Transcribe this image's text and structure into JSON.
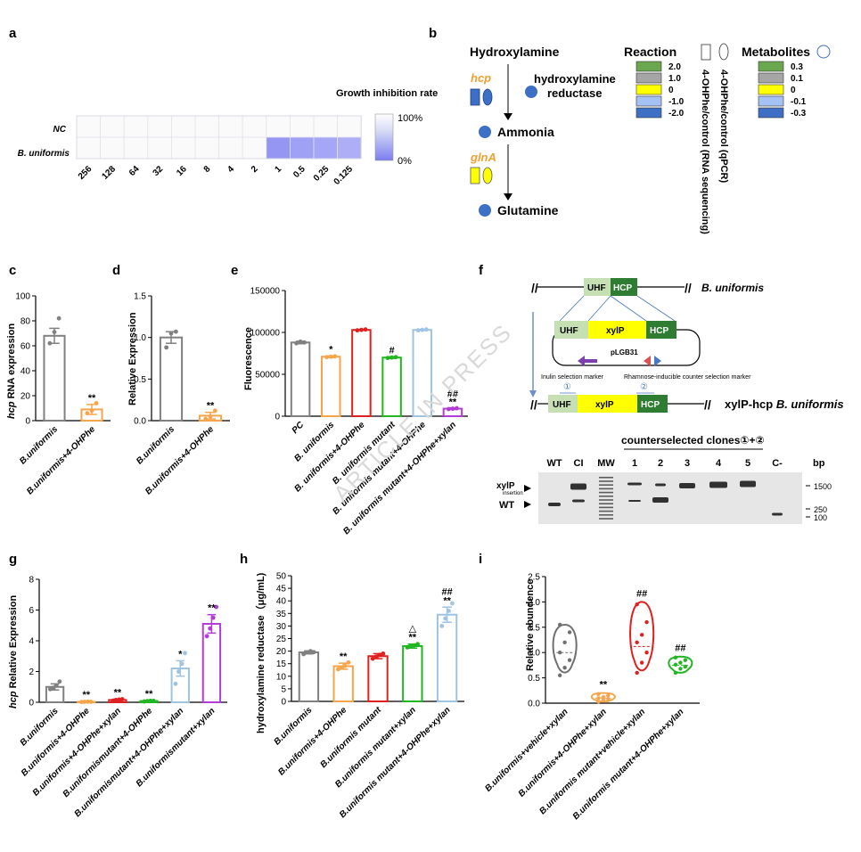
{
  "panels": {
    "a": {
      "letter": "a",
      "scale_title": "Growth inhibition rate",
      "scale_max": "100%",
      "scale_min": "0%",
      "rows": [
        "NC",
        "B. uniformis"
      ],
      "cols": [
        "256",
        "128",
        "64",
        "32",
        "16",
        "8",
        "4",
        "2",
        "1",
        "0.5",
        "0.25",
        "0.125"
      ]
    },
    "b": {
      "letter": "b",
      "hydroxylamine": "Hydroxylamine",
      "hcp": "hcp",
      "reductase_1": "hydroxylamine",
      "reductase_2": "reductase",
      "ammonia": "Ammonia",
      "glna": "glnA",
      "glutamine": "Glutamine",
      "reaction_title": "Reaction",
      "reaction_values": [
        "2.0",
        "1.0",
        "0",
        "-1.0",
        "-2.0"
      ],
      "metabolites_title": "Metabolites",
      "metabolite_values": [
        "0.3",
        "0.1",
        "0",
        "-0.1",
        "-0.3"
      ],
      "rna_label": "4-OHPhe/control (RNA sequencing)",
      "qpcr_label": "4-OHPhe/control (qPCR)",
      "colors": [
        "#6aa84f",
        "#a6a6a6",
        "#ffff00",
        "#a4c2f4",
        "#3d6fc4"
      ]
    },
    "c": {
      "letter": "c",
      "ylabel_ital": "hcp",
      "ylabel_rest": " RNA expression",
      "sig": "**"
    },
    "d": {
      "letter": "d",
      "ylabel": "Relative Expression",
      "sig": "**"
    },
    "e": {
      "letter": "e",
      "ylabel": "Fluorescence",
      "sig": [
        "",
        "*",
        "",
        "#",
        "",
        "##"
      ],
      "sig2": [
        "",
        "",
        "",
        "",
        "",
        "**"
      ],
      "watermark": "ARTICLE IN PRESS"
    },
    "f": {
      "letter": "f",
      "uhf": "UHF",
      "hcp_label": "HCP",
      "xylp": "xylP",
      "plasmid": "pLGB31",
      "species": "B. uniformis",
      "inulin": "Inulin selection marker",
      "rhamnose": "Rhamnose-inducible counter selection marker",
      "primer1": "①",
      "primer2": "②",
      "result_label": "xylP-hcp",
      "result_species": "B. uniformis",
      "clones_title": "counterselected clones①+②",
      "lanes": [
        "WT",
        "CI",
        "MW",
        "1",
        "2",
        "3",
        "4",
        "5",
        "C-"
      ],
      "bp": "bp",
      "bp_marks": [
        "1500",
        "250",
        "100"
      ],
      "band_xylp": "xylP",
      "band_insertion": "insertion",
      "band_wt": "WT"
    },
    "g": {
      "letter": "g",
      "ylabel_ital": "hcp",
      "ylabel_rest": " Relative Expression",
      "sig": [
        "",
        "**",
        "**",
        "**",
        "*",
        "**"
      ]
    },
    "h": {
      "letter": "h",
      "ylabel": "hydroxylamine reductase（μg/mL)",
      "sig": [
        "",
        "**",
        "",
        "**",
        "**",
        ""
      ],
      "sig_top": [
        "",
        "",
        "",
        "△",
        "##",
        ""
      ]
    },
    "i": {
      "letter": "i",
      "ylabel": "Relative abundence",
      "sig": [
        "",
        "**",
        "##",
        "##"
      ]
    }
  },
  "chart_data": [
    {
      "id": "a",
      "type": "heatmap",
      "title": "Growth inhibition rate",
      "rows": [
        "NC",
        "B. uniformis"
      ],
      "cols": [
        "256",
        "128",
        "64",
        "32",
        "16",
        "8",
        "4",
        "2",
        "1",
        "0.5",
        "0.25",
        "0.125"
      ],
      "values": [
        [
          0,
          0,
          0,
          0,
          0,
          0,
          0,
          0,
          0,
          0,
          0,
          0
        ],
        [
          0,
          0,
          0,
          0,
          0,
          0,
          0,
          0,
          0.8,
          0.72,
          0.68,
          0.62
        ]
      ],
      "range": [
        0,
        100
      ]
    },
    {
      "id": "c",
      "type": "bar",
      "categories": [
        "B.uniformis",
        "B.uniformis+4-OHPhe"
      ],
      "values": [
        68,
        9
      ],
      "errors": [
        6,
        4
      ],
      "points": [
        [
          62,
          71,
          82
        ],
        [
          6,
          8,
          14
        ]
      ],
      "colors": [
        "#808080",
        "#f6a54b"
      ],
      "ylim": [
        0,
        100
      ],
      "yticks": [
        0,
        20,
        40,
        60,
        80,
        100
      ]
    },
    {
      "id": "d",
      "type": "bar",
      "categories": [
        "B.uniformis",
        "B.uniformis+4-OHPhe"
      ],
      "values": [
        1.0,
        0.06
      ],
      "errors": [
        0.07,
        0.04
      ],
      "points": [
        [
          0.88,
          1.05,
          1.07
        ],
        [
          0.02,
          0.05,
          0.12
        ]
      ],
      "colors": [
        "#808080",
        "#f6a54b"
      ],
      "ylim": [
        0,
        1.5
      ],
      "yticks": [
        0,
        0.5,
        1.0,
        1.5
      ],
      "ytick_labels": [
        "0.0",
        "0.5",
        "1.0",
        "1.5"
      ]
    },
    {
      "id": "e",
      "type": "bar",
      "categories": [
        "PC",
        "B. uniformis",
        "B. uniformis+4-OHPhe",
        "B. uniformis mutant",
        "B. uniformis mutant+4-OHPhe",
        "B. uniformis mutant+4-OHPhe+xylan"
      ],
      "values": [
        88000,
        71000,
        103000,
        70000,
        103000,
        9000
      ],
      "errors": [
        1500,
        1000,
        500,
        1000,
        500,
        1000
      ],
      "points": [
        [
          87000,
          89000,
          88000
        ],
        [
          70500,
          71000,
          71500
        ],
        [
          102500,
          103000,
          103500
        ],
        [
          69500,
          70000,
          70500
        ],
        [
          102500,
          103000,
          103500
        ],
        [
          8500,
          9000,
          9500
        ]
      ],
      "colors": [
        "#808080",
        "#f6a54b",
        "#e02020",
        "#22b622",
        "#9fc3e3",
        "#b23cd6"
      ],
      "ylim": [
        0,
        150000
      ],
      "yticks": [
        0,
        50000,
        100000,
        150000
      ]
    },
    {
      "id": "g",
      "type": "bar",
      "categories": [
        "B.uniformis",
        "B.uniformis+4-OHPhe",
        "B.uniformis+4-OHPhe+xylan",
        "B.uniformismutant+4-OHPhe",
        "B.uniformismutant+4-OHPhe+xylan",
        "B.uniformismutant+xylan"
      ],
      "values": [
        1.0,
        0.03,
        0.15,
        0.08,
        2.2,
        5.1
      ],
      "errors": [
        0.2,
        0.02,
        0.06,
        0.05,
        0.5,
        0.6
      ],
      "points": [
        [
          0.85,
          0.95,
          1.1,
          1.35
        ],
        [
          0.02,
          0.03,
          0.04,
          0.03
        ],
        [
          0.1,
          0.15,
          0.18,
          0.2
        ],
        [
          0.05,
          0.08,
          0.1,
          0.09
        ],
        [
          1.2,
          2.0,
          2.5,
          3.2
        ],
        [
          4.3,
          4.8,
          5.5,
          6.2
        ]
      ],
      "colors": [
        "#808080",
        "#f6a54b",
        "#e02020",
        "#22b622",
        "#9fc3e3",
        "#b23cd6"
      ],
      "ylim": [
        0,
        8
      ],
      "yticks": [
        0,
        2,
        4,
        6,
        8
      ]
    },
    {
      "id": "h",
      "type": "bar",
      "categories": [
        "B.uniformis",
        "B.uniformis+4-OHPhe",
        "B.uniformis mutant",
        "B.uniformis mutant+xylan",
        "B.uniformis mutant+4-OHPhe+xylan"
      ],
      "values": [
        19.5,
        14,
        18,
        22,
        34.5
      ],
      "errors": [
        0.6,
        1.2,
        1.0,
        0.8,
        3.0
      ],
      "points": [
        [
          18.8,
          19.5,
          20,
          19.6
        ],
        [
          12.8,
          13.5,
          14.2,
          15.5
        ],
        [
          17,
          17.8,
          18.5,
          19
        ],
        [
          21.5,
          22,
          22.3,
          22.8
        ],
        [
          30,
          33,
          36,
          39
        ]
      ],
      "colors": [
        "#808080",
        "#f6a54b",
        "#e02020",
        "#22b622",
        "#9fc3e3"
      ],
      "ylim": [
        0,
        50
      ],
      "yticks": [
        0,
        5,
        10,
        15,
        20,
        25,
        30,
        35,
        40,
        45,
        50
      ]
    },
    {
      "id": "i",
      "type": "violin",
      "categories": [
        "B.uniformis+vehicle+xylan",
        "B.uniformis+4-OHPhe+xylan",
        "B.uniformis mutant+vehicle+xylan",
        "B.uniformis mutant+4-OHPhe+xylan"
      ],
      "ranges": [
        [
          0.55,
          1.55
        ],
        [
          0.02,
          0.2
        ],
        [
          0.58,
          2.0
        ],
        [
          0.58,
          0.92
        ]
      ],
      "medians": [
        1.0,
        0.1,
        1.12,
        0.75
      ],
      "points": [
        [
          0.55,
          0.7,
          0.85,
          1.0,
          1.2,
          1.4,
          1.55
        ],
        [
          0.03,
          0.06,
          0.08,
          0.1,
          0.12,
          0.15,
          0.18
        ],
        [
          0.6,
          0.8,
          1.0,
          1.2,
          1.35,
          1.6,
          1.95
        ],
        [
          0.6,
          0.68,
          0.72,
          0.76,
          0.8,
          0.85,
          0.9
        ]
      ],
      "colors": [
        "#707070",
        "#f6a54b",
        "#e02020",
        "#22b622"
      ],
      "ylim": [
        0,
        2.5
      ],
      "yticks": [
        0,
        0.5,
        1.0,
        1.5,
        2.0,
        2.5
      ],
      "ytick_labels": [
        "0.0",
        "0.5",
        "1.0",
        "1.5",
        "2.0",
        "2.5"
      ]
    }
  ]
}
